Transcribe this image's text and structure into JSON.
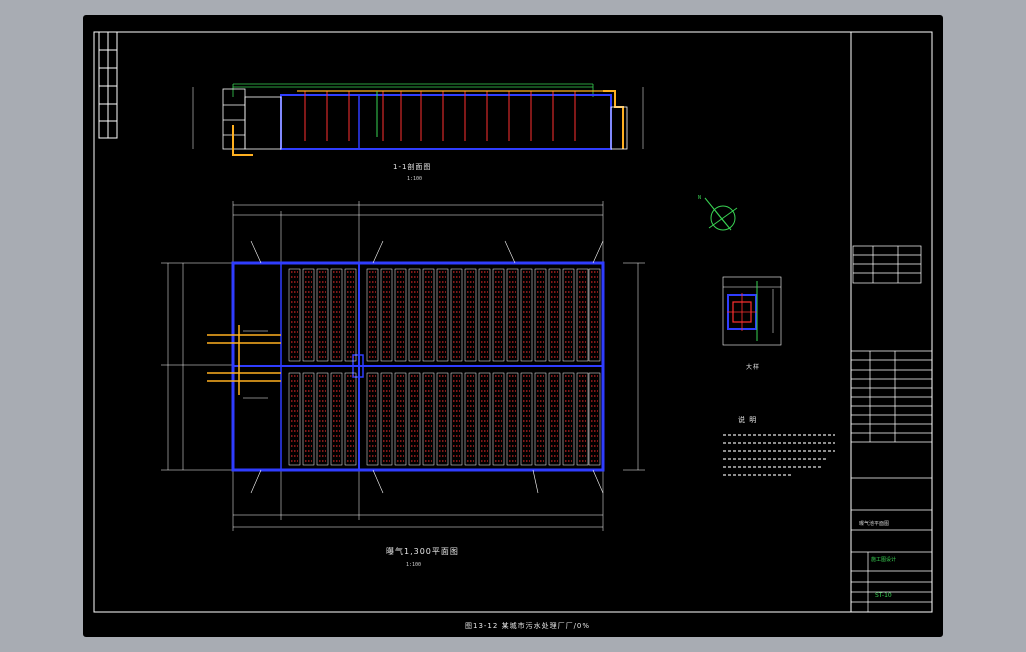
{
  "drawing": {
    "bottom_title": "图13-12 某城市污水处理厂厂/0%",
    "section_title": "1-1剖面图",
    "section_scale": "1:100",
    "plan_title": "曝气1,300平面图",
    "plan_scale": "1:100",
    "detail_title": "大样",
    "notes_title": "说 明",
    "north_label": "N"
  },
  "title_block": {
    "drawing_no": "ST-10",
    "name_line": "曝气池平面图",
    "green_line": "施工图设计"
  },
  "colors": {
    "background": "#000000",
    "frame": "#ffffff",
    "wall": "#2f3dff",
    "diffuser": "#ff3030",
    "pipe": "#ffb020",
    "highlight": "#39d353"
  }
}
